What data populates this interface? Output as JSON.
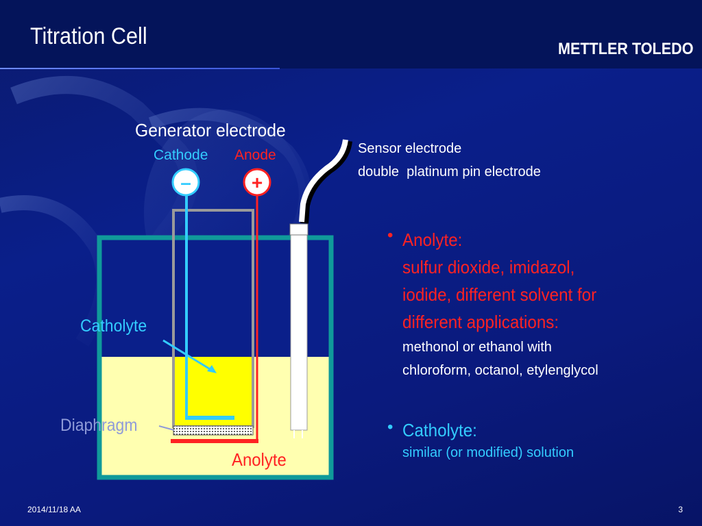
{
  "header": {
    "title": "Titration Cell",
    "brand": "METTLER TOLEDO"
  },
  "diagram": {
    "generator_title": "Generator electrode",
    "cathode_label": "Cathode",
    "anode_label": "Anode",
    "minus_symbol": "–",
    "plus_symbol": "+",
    "sensor_line1": "Sensor electrode",
    "sensor_line2": "double  platinum pin electrode",
    "catholyte_label": "Catholyte",
    "diaphragm_label": "Diaphragm",
    "anolyte_label": "Anolyte"
  },
  "bullets": {
    "anolyte": {
      "heading": "Anolyte:",
      "line1": "sulfur dioxide, imidazol,",
      "line2": "iodide, different solvent for",
      "line3": "different applications:",
      "detail1": "methonol or ethanol with",
      "detail2": "chloroform, octanol, etylenglycol"
    },
    "catholyte": {
      "heading": "Catholyte:",
      "detail": "similar (or modified) solution"
    },
    "bullet_symbol": "•"
  },
  "footer": {
    "date": "2014/11/18 AA",
    "page": "3"
  },
  "colors": {
    "background": "#0a1f8a",
    "cathode": "#33ccff",
    "anode": "#ff2222",
    "vessel_border": "#109a9a",
    "solution": "#ffffb0",
    "catholyte_fill": "#ffff00"
  }
}
